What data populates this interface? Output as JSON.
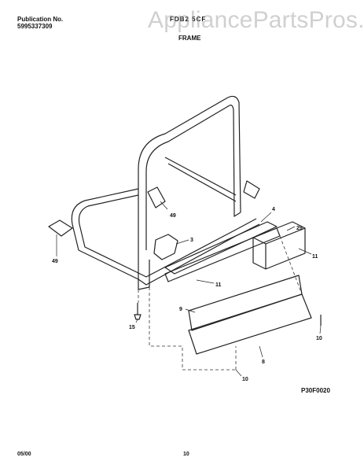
{
  "header": {
    "publication_label": "Publication No.",
    "publication_number": "5995337309",
    "model_number": "FDB2 5CF",
    "section_title": "FRAME"
  },
  "watermark": "AppliancePartsPros.com",
  "callouts": {
    "c4": "4",
    "c49a": "49",
    "c3": "3",
    "c29": "29",
    "c49b": "49",
    "c11a": "11",
    "c11b": "11",
    "c9": "9",
    "c15": "15",
    "c10a": "10",
    "c8": "8",
    "c10b": "10"
  },
  "drawing_code": "P30F0020",
  "footer": {
    "date": "05/00",
    "page": "10"
  }
}
